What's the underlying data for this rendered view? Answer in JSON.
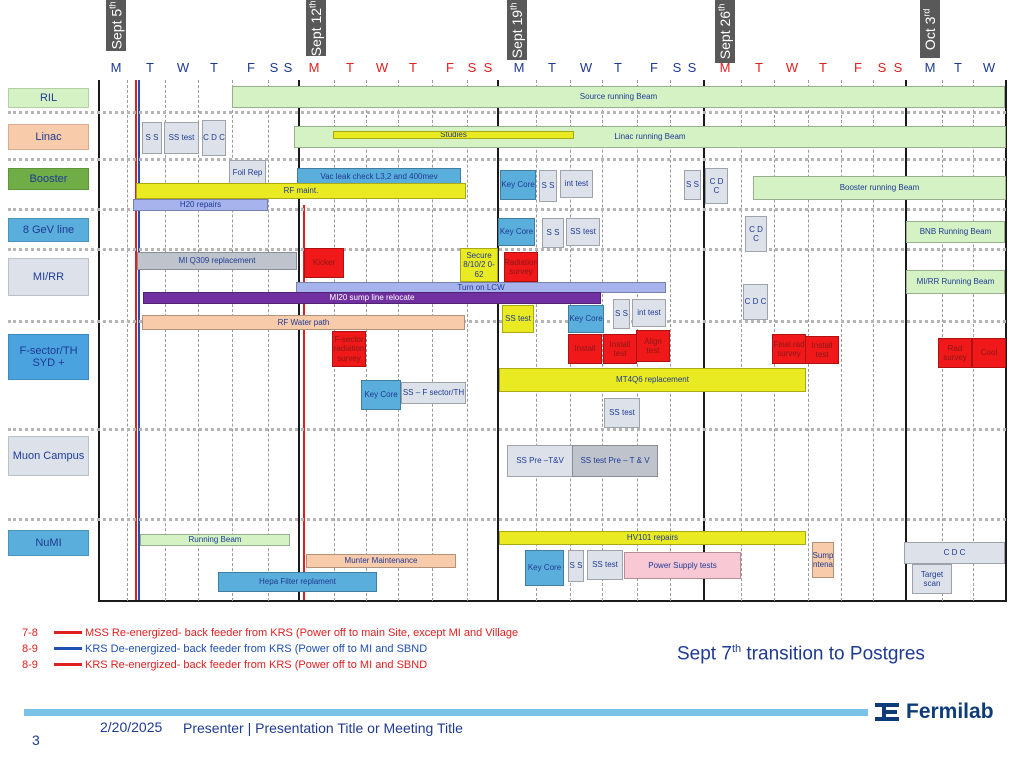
{
  "weeks": [
    {
      "label": "Sept 5",
      "suffix": "th"
    },
    {
      "label": "Sept 12",
      "suffix": "th"
    },
    {
      "label": "Sept 19",
      "suffix": "th"
    },
    {
      "label": "Sept 26",
      "suffix": "th"
    },
    {
      "label": "Oct 3",
      "suffix": "rd"
    }
  ],
  "days": [
    {
      "d": "M",
      "c": "b"
    },
    {
      "d": "T",
      "c": "b"
    },
    {
      "d": "W",
      "c": "b"
    },
    {
      "d": "T",
      "c": "b"
    },
    {
      "d": "F",
      "c": "b"
    },
    {
      "d": "S",
      "c": "b"
    },
    {
      "d": "S",
      "c": "b"
    },
    {
      "d": "M",
      "c": "r"
    },
    {
      "d": "T",
      "c": "r"
    },
    {
      "d": "W",
      "c": "r"
    },
    {
      "d": "T",
      "c": "r"
    },
    {
      "d": "F",
      "c": "r"
    },
    {
      "d": "S",
      "c": "r"
    },
    {
      "d": "S",
      "c": "r"
    },
    {
      "d": "M",
      "c": "b"
    },
    {
      "d": "T",
      "c": "b"
    },
    {
      "d": "W",
      "c": "b"
    },
    {
      "d": "T",
      "c": "b"
    },
    {
      "d": "F",
      "c": "b"
    },
    {
      "d": "S",
      "c": "b"
    },
    {
      "d": "S",
      "c": "b"
    },
    {
      "d": "M",
      "c": "r"
    },
    {
      "d": "T",
      "c": "r"
    },
    {
      "d": "W",
      "c": "r"
    },
    {
      "d": "T",
      "c": "r"
    },
    {
      "d": "F",
      "c": "r"
    },
    {
      "d": "S",
      "c": "r"
    },
    {
      "d": "S",
      "c": "r"
    },
    {
      "d": "M",
      "c": "b"
    },
    {
      "d": "T",
      "c": "b"
    },
    {
      "d": "W",
      "c": "b"
    }
  ],
  "rows": [
    {
      "label": "RIL",
      "color": "#d4f2c4"
    },
    {
      "label": "Linac",
      "color": "#f8cbab"
    },
    {
      "label": "Booster",
      "color": "#70ad47"
    },
    {
      "label": "8 GeV line",
      "color": "#5aaedc"
    },
    {
      "label": "MI/RR",
      "color": "#dde2ea"
    },
    {
      "label": "F-sector/TH SYD +",
      "color": "#4aa3df"
    },
    {
      "label": "Muon Campus",
      "color": "#dde2ea"
    },
    {
      "label": "NuMI",
      "color": "#5aaedc"
    }
  ],
  "blocks": [
    {
      "t": "Source running  Beam",
      "c": "g"
    },
    {
      "t": "S S",
      "c": "gl"
    },
    {
      "t": "SS test",
      "c": "gl"
    },
    {
      "t": "C D C",
      "c": "gl"
    },
    {
      "t": "Linac running  Beam",
      "c": "g"
    },
    {
      "t": "Studies",
      "c": "y"
    },
    {
      "t": "Foil Rep",
      "c": "gl"
    },
    {
      "t": "Vac leak check L3,2 and 400mev",
      "c": "bl"
    },
    {
      "t": "RF maint.",
      "c": "y"
    },
    {
      "t": "H20 repairs",
      "c": "lav"
    },
    {
      "t": "Key Core",
      "c": "bl"
    },
    {
      "t": "S S",
      "c": "gl"
    },
    {
      "t": "int test",
      "c": "gl"
    },
    {
      "t": "S S",
      "c": "gl"
    },
    {
      "t": "C D C",
      "c": "gl"
    },
    {
      "t": "Booster running  Beam",
      "c": "g"
    },
    {
      "t": "Key Core",
      "c": "bl"
    },
    {
      "t": "S S",
      "c": "gl"
    },
    {
      "t": "SS test",
      "c": "gl"
    },
    {
      "t": "C D C",
      "c": "gl"
    },
    {
      "t": "BNB Running Beam",
      "c": "g"
    },
    {
      "t": "MI Q309 replacement",
      "c": "gy"
    },
    {
      "t": "Kicker",
      "c": "rd"
    },
    {
      "t": "Secure 8/10/2 0-62",
      "c": "y"
    },
    {
      "t": "Radiation survey",
      "c": "rd"
    },
    {
      "t": "Turn on LCW",
      "c": "lav"
    },
    {
      "t": "MI/RR Running Beam",
      "c": "g"
    },
    {
      "t": "MI20 sump line relocate",
      "c": "pu"
    },
    {
      "t": "C D C",
      "c": "gl"
    },
    {
      "t": "SS test",
      "c": "y"
    },
    {
      "t": "Key Core",
      "c": "bl"
    },
    {
      "t": "S S",
      "c": "gl"
    },
    {
      "t": "int test",
      "c": "gl"
    },
    {
      "t": "RF Water path",
      "c": "or"
    },
    {
      "t": "F-sector radiation survey",
      "c": "rd"
    },
    {
      "t": "Install",
      "c": "rd"
    },
    {
      "t": "Install test",
      "c": "rd"
    },
    {
      "t": "Align test",
      "c": "rd"
    },
    {
      "t": "Final rad survey",
      "c": "rd"
    },
    {
      "t": "Install test",
      "c": "rd"
    },
    {
      "t": "Rad survey",
      "c": "rd"
    },
    {
      "t": "Cool",
      "c": "rd"
    },
    {
      "t": "MT4Q6 replacement",
      "c": "y"
    },
    {
      "t": "Key Core",
      "c": "bl"
    },
    {
      "t": "SS – F sector/TH",
      "c": "gl"
    },
    {
      "t": "SS test",
      "c": "gl"
    },
    {
      "t": "SS Pre –T&V",
      "c": "gl"
    },
    {
      "t": "SS test Pre – T & V",
      "c": "gy"
    },
    {
      "t": "HV101 repairs",
      "c": "y"
    },
    {
      "t": "Running Beam",
      "c": "g"
    },
    {
      "t": "Sump Maintenance",
      "c": "or"
    },
    {
      "t": "C D C",
      "c": "gl"
    },
    {
      "t": "Munter Maintenance",
      "c": "or"
    },
    {
      "t": "Key Core",
      "c": "bl"
    },
    {
      "t": "S S",
      "c": "gl"
    },
    {
      "t": "SS test",
      "c": "gl"
    },
    {
      "t": "Power Supply tests",
      "c": "pk"
    },
    {
      "t": "Target scan",
      "c": "gl"
    },
    {
      "t": "Hepa Filter replament",
      "c": "bl"
    }
  ],
  "legend": [
    {
      "date": "7-8",
      "text": "MSS Re-energized- back feeder from KRS (Power off to main Site, except MI and Village",
      "color": "#e02020"
    },
    {
      "date": "8-9",
      "text": "KRS De-energized- back feeder from KRS (Power off to MI and SBND",
      "color": "#1f4fb0"
    },
    {
      "date": "8-9",
      "text": "KRS Re-energized- back feeder from KRS (Power off to MI and SBND",
      "color": "#e02020"
    }
  ],
  "note": {
    "pre": "Sept 7",
    "sup": "th",
    "post": " transition to Postgres"
  },
  "footer": {
    "date": "2/20/2025",
    "presenter": "Presenter | Presentation Title or Meeting Title",
    "page": "3"
  },
  "logo": {
    "text": "Fermilab"
  }
}
